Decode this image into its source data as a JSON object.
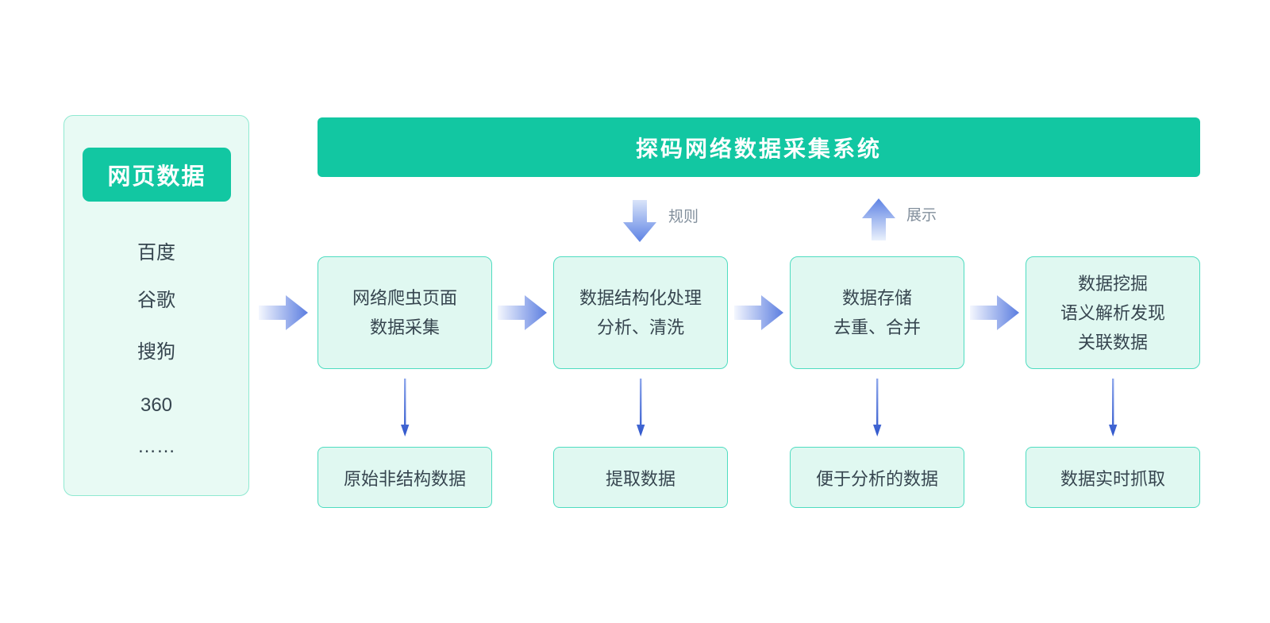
{
  "colors": {
    "brand_green": "#12c7a2",
    "panel_fill": "#e8faf4",
    "panel_border": "#8fe9d1",
    "box_fill": "#e0f8f1",
    "box_border": "#4edcc0",
    "text_dark": "#36454f",
    "label_gray": "#828f9c",
    "arrow_blue": "#5b7de0",
    "thin_arrow_blue": "#2f56cc"
  },
  "left_panel": {
    "header": "网页数据",
    "items": [
      "百度",
      "谷歌",
      "搜狗",
      "360",
      "……"
    ]
  },
  "banner": {
    "title": "探码网络数据采集系统"
  },
  "flow": {
    "rule_arrow_label": "规则",
    "display_arrow_label": "展示",
    "stages": [
      {
        "lines": [
          "网络爬虫页面",
          "数据采集"
        ],
        "output": "原始非结构数据"
      },
      {
        "lines": [
          "数据结构化处理",
          "分析、清洗"
        ],
        "output": "提取数据"
      },
      {
        "lines": [
          "数据存储",
          "去重、合并"
        ],
        "output": "便于分析的数据"
      },
      {
        "lines": [
          "数据挖掘",
          "语义解析发现",
          "关联数据"
        ],
        "output": "数据实时抓取"
      }
    ]
  }
}
